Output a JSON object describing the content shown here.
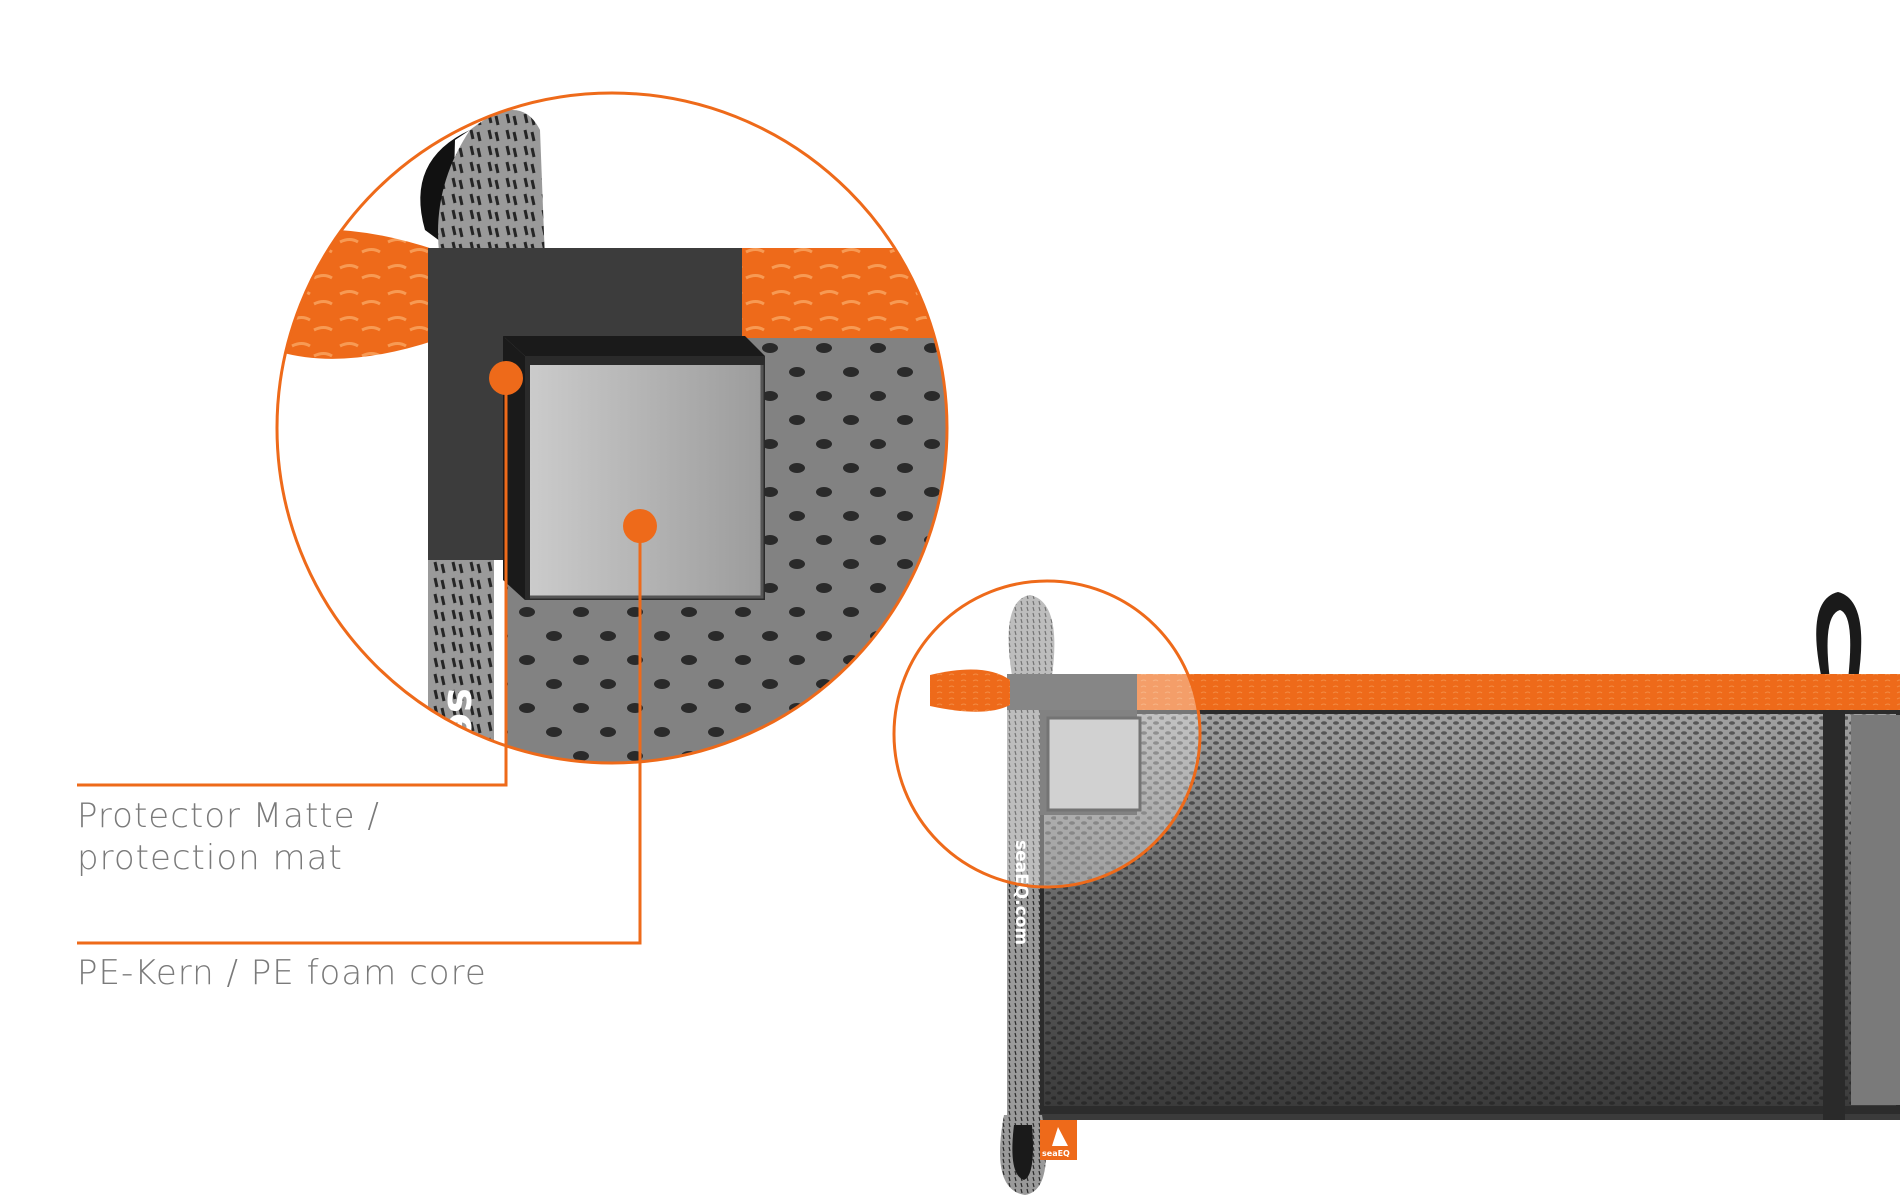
{
  "callouts": {
    "protection_mat": {
      "line1": "Protector Matte /",
      "line2": "protection mat"
    },
    "foam_core": {
      "line1": "PE-Kern / PE foam core"
    }
  },
  "product": {
    "strap_print": "seaEQ.com",
    "strap_print_zoomed": "se",
    "logo_text": "seaEQ"
  },
  "colors": {
    "accent": "#ee6a1a",
    "panel_dark": "#3d3d3d",
    "strap_grey": "#8e8e8e",
    "mesh_grey": "#7c7c7c",
    "core_grey": "#b5b5b5"
  }
}
